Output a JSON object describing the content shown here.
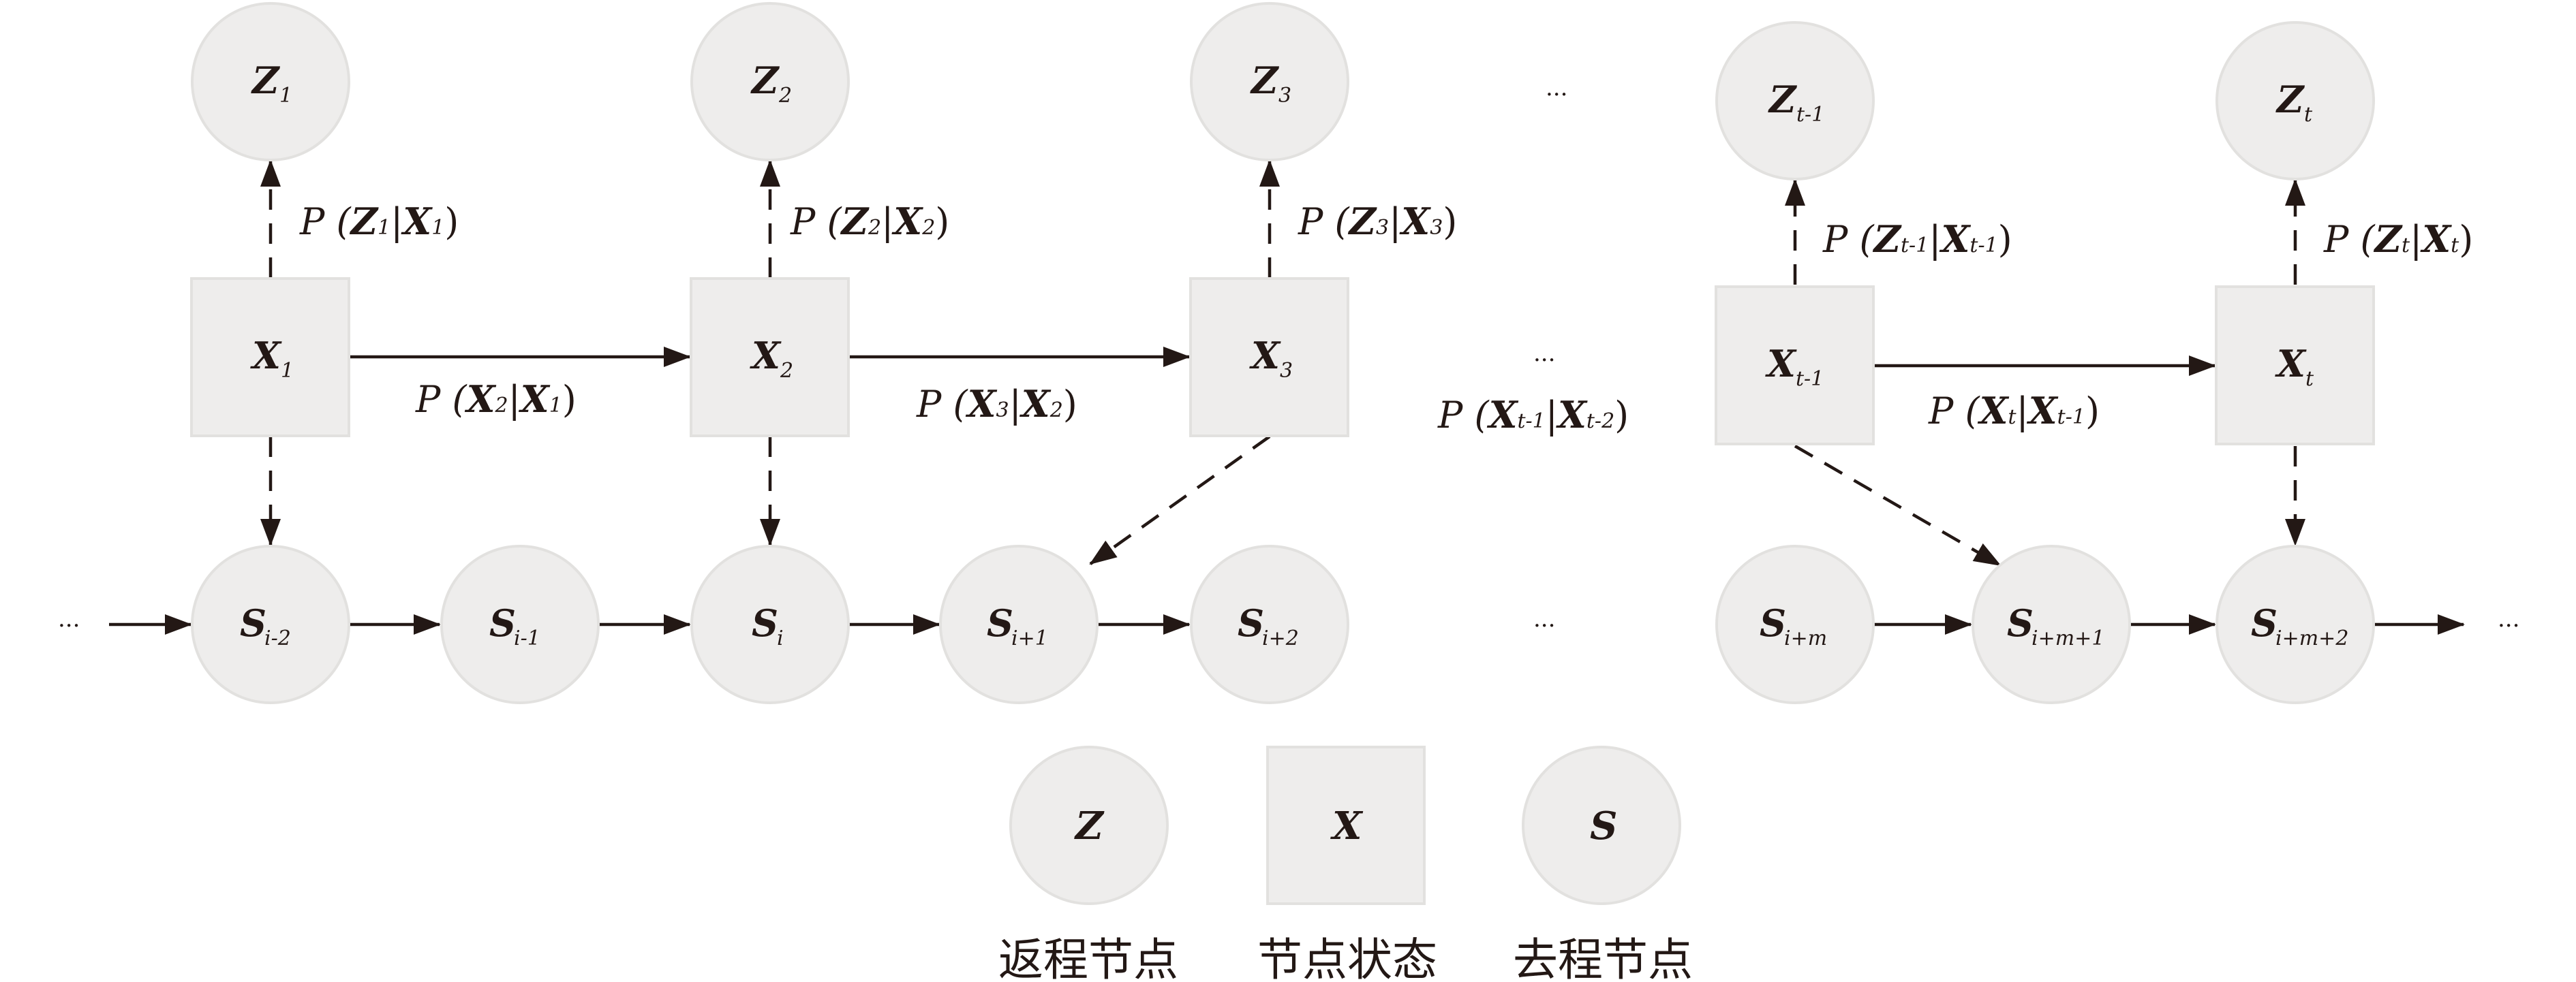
{
  "nodes": {
    "z1": {
      "main": "Z",
      "sub": "1"
    },
    "z2": {
      "main": "Z",
      "sub": "2"
    },
    "z3": {
      "main": "Z",
      "sub": "3"
    },
    "zt1": {
      "main": "Z",
      "sub": "t-1"
    },
    "zt": {
      "main": "Z",
      "sub": "t"
    },
    "x1": {
      "main": "X",
      "sub": "1"
    },
    "x2": {
      "main": "X",
      "sub": "2"
    },
    "x3": {
      "main": "X",
      "sub": "3"
    },
    "xt1": {
      "main": "X",
      "sub": "t-1"
    },
    "xt": {
      "main": "X",
      "sub": "t"
    },
    "s_im2": {
      "main": "S",
      "sub": "i-2"
    },
    "s_im1": {
      "main": "S",
      "sub": "i-1"
    },
    "s_i": {
      "main": "S",
      "sub": "i"
    },
    "s_ip1": {
      "main": "S",
      "sub": "i+1"
    },
    "s_ip2": {
      "main": "S",
      "sub": "i+2"
    },
    "s_ipm": {
      "main": "S",
      "sub": "i+m"
    },
    "s_ipm1": {
      "main": "S",
      "sub": "i+m+1"
    },
    "s_ipm2": {
      "main": "S",
      "sub": "i+m+2"
    }
  },
  "labels": {
    "pz1": {
      "p": "P (",
      "a": "Z",
      "as": "1",
      "bar": "|",
      "b": "X",
      "bs": "1",
      "close": ")"
    },
    "pz2": {
      "p": "P (",
      "a": "Z",
      "as": "2",
      "bar": "|",
      "b": "X",
      "bs": "2",
      "close": ")"
    },
    "pz3": {
      "p": "P (",
      "a": "Z",
      "as": "3",
      "bar": "|",
      "b": "X",
      "bs": "3",
      "close": ")"
    },
    "pzt1": {
      "p": "P (",
      "a": "Z",
      "as": "t-1",
      "bar": "|",
      "b": "X",
      "bs": "t-1",
      "close": ")"
    },
    "pzt": {
      "p": "P (",
      "a": "Z",
      "as": "t",
      "bar": "|",
      "b": "X",
      "bs": "t",
      "close": ")"
    },
    "px2": {
      "p": "P (",
      "a": "X",
      "as": "2",
      "bar": "|",
      "b": "X",
      "bs": "1",
      "close": ")"
    },
    "px3": {
      "p": "P (",
      "a": "X",
      "as": "3",
      "bar": "|",
      "b": "X",
      "bs": "2",
      "close": ")"
    },
    "pxt1": {
      "p": "P (",
      "a": "X",
      "as": "t-1",
      "bar": "|",
      "b": "X",
      "bs": "t-2",
      "close": ")"
    },
    "pxt": {
      "p": "P (",
      "a": "X",
      "as": "t",
      "bar": "|",
      "b": "X",
      "bs": "t-1",
      "close": ")"
    }
  },
  "ellipsis": "...",
  "legend": {
    "z": {
      "symbol": "Z",
      "label": "返程节点"
    },
    "x": {
      "symbol": "X",
      "label": "节点状态"
    },
    "s": {
      "symbol": "S",
      "label": "去程节点"
    }
  }
}
